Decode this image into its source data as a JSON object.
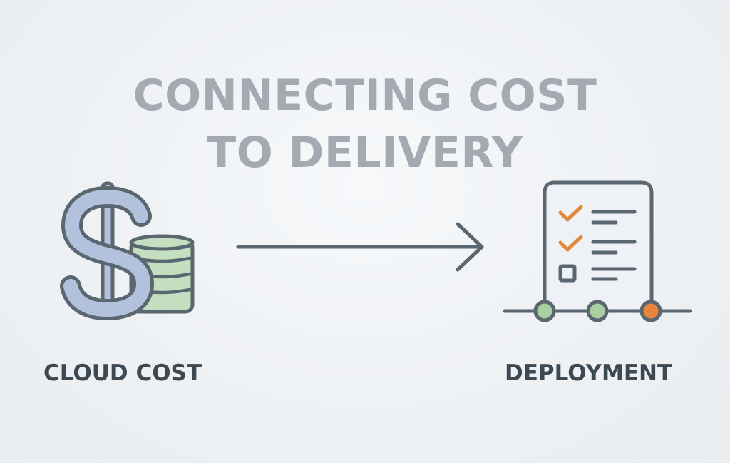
{
  "title": {
    "line1": "CONNECTING COST",
    "line2": "TO DELIVERY"
  },
  "nodes": [
    {
      "label": "CLOUD COST",
      "icon": "dollar-coins-icon"
    },
    {
      "label": "DEPLOYMENT",
      "icon": "checklist-pipeline-icon"
    }
  ],
  "colors": {
    "title": "#a3aab2",
    "label": "#3c4852",
    "dollar_fill": "#b3c2dc",
    "coin_fill": "#c4dfc0",
    "stroke": "#5a6670",
    "check": "#e0893a",
    "stage_done": "#a9d0a0",
    "stage_active": "#e8843e"
  }
}
